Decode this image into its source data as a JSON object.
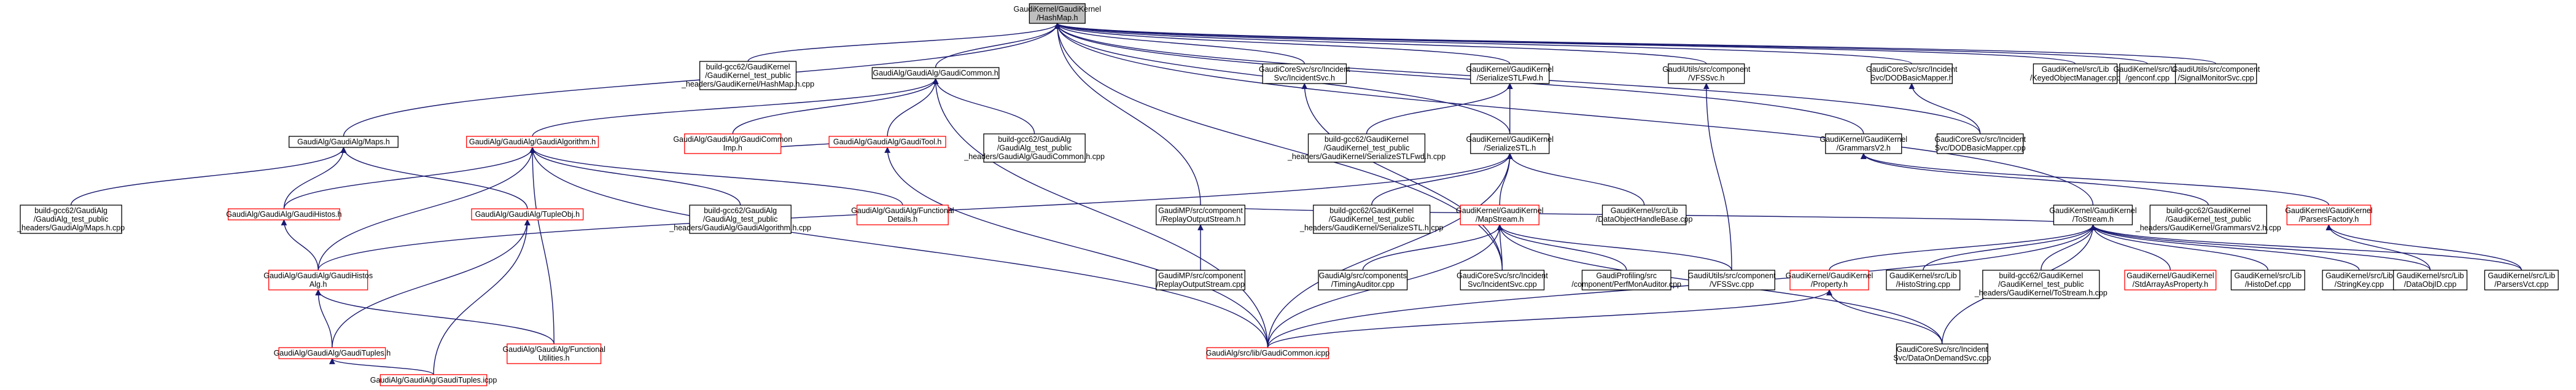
{
  "nodes": [
    {
      "id": "root",
      "label": [
        "GaudiKernel/GaudiKernel",
        "/HashMap.h"
      ],
      "style": "root"
    },
    {
      "id": "n1",
      "label": [
        "build-gcc62/GaudiKernel",
        "/GaudiKernel_test_public",
        "_headers/GaudiKernel/HashMap.h.cpp"
      ],
      "style": "black"
    },
    {
      "id": "n2",
      "label": [
        "GaudiAlg/GaudiAlg/GaudiCommon.h"
      ],
      "style": "black"
    },
    {
      "id": "n3",
      "label": [
        "GaudiCoreSvc/src/Incident",
        "Svc/IncidentSvc.h"
      ],
      "style": "black"
    },
    {
      "id": "n4",
      "label": [
        "GaudiKernel/GaudiKernel",
        "/SerializeSTLFwd.h"
      ],
      "style": "black"
    },
    {
      "id": "n5",
      "label": [
        "GaudiUtils/src/component",
        "/VFSSvc.h"
      ],
      "style": "black"
    },
    {
      "id": "n6",
      "label": [
        "GaudiCoreSvc/src/Incident",
        "Svc/DODBasicMapper.h"
      ],
      "style": "black"
    },
    {
      "id": "n7",
      "label": [
        "GaudiKernel/src/Lib",
        "/KeyedObjectManager.cpp"
      ],
      "style": "black"
    },
    {
      "id": "n8",
      "label": [
        "GaudiKernel/src/Util",
        "/genconf.cpp"
      ],
      "style": "black"
    },
    {
      "id": "n9",
      "label": [
        "GaudiUtils/src/component",
        "/SignalMonitorSvc.cpp"
      ],
      "style": "black"
    },
    {
      "id": "n10",
      "label": [
        "GaudiAlg/GaudiAlg/Maps.h"
      ],
      "style": "black"
    },
    {
      "id": "n11",
      "label": [
        "GaudiAlg/GaudiAlg/GaudiAlgorithm.h"
      ],
      "style": "red"
    },
    {
      "id": "n12",
      "label": [
        "GaudiAlg/GaudiAlg/GaudiCommon",
        "Imp.h"
      ],
      "style": "red"
    },
    {
      "id": "n13",
      "label": [
        "GaudiAlg/GaudiAlg/GaudiTool.h"
      ],
      "style": "red"
    },
    {
      "id": "n14",
      "label": [
        "build-gcc62/GaudiAlg",
        "/GaudiAlg_test_public",
        "_headers/GaudiAlg/GaudiCommon.h.cpp"
      ],
      "style": "black"
    },
    {
      "id": "n15",
      "label": [
        "build-gcc62/GaudiKernel",
        "/GaudiKernel_test_public",
        "_headers/GaudiKernel/SerializeSTLFwd.h.cpp"
      ],
      "style": "black"
    },
    {
      "id": "n16",
      "label": [
        "GaudiKernel/GaudiKernel",
        "/SerializeSTL.h"
      ],
      "style": "black"
    },
    {
      "id": "n17",
      "label": [
        "GaudiKernel/GaudiKernel",
        "/GrammarsV2.h"
      ],
      "style": "black"
    },
    {
      "id": "n18",
      "label": [
        "GaudiCoreSvc/src/Incident",
        "Svc/DODBasicMapper.cpp"
      ],
      "style": "black"
    },
    {
      "id": "n19",
      "label": [
        "build-gcc62/GaudiAlg",
        "/GaudiAlg_test_public",
        "_headers/GaudiAlg/Maps.h.cpp"
      ],
      "style": "black"
    },
    {
      "id": "n20",
      "label": [
        "GaudiAlg/GaudiAlg/GaudiHistos.h"
      ],
      "style": "red"
    },
    {
      "id": "n21",
      "label": [
        "GaudiAlg/GaudiAlg/TupleObj.h"
      ],
      "style": "red"
    },
    {
      "id": "n22",
      "label": [
        "build-gcc62/GaudiAlg",
        "/GaudiAlg_test_public",
        "_headers/GaudiAlg/GaudiAlgorithm.h.cpp"
      ],
      "style": "black"
    },
    {
      "id": "n23",
      "label": [
        "GaudiAlg/GaudiAlg/Functional",
        "Details.h"
      ],
      "style": "red"
    },
    {
      "id": "n24",
      "label": [
        "GaudiMP/src/component",
        "/ReplayOutputStream.h"
      ],
      "style": "black"
    },
    {
      "id": "n25",
      "label": [
        "build-gcc62/GaudiKernel",
        "/GaudiKernel_test_public",
        "_headers/GaudiKernel/SerializeSTL.h.cpp"
      ],
      "style": "black"
    },
    {
      "id": "n26",
      "label": [
        "GaudiKernel/GaudiKernel",
        "/MapStream.h"
      ],
      "style": "red"
    },
    {
      "id": "n27",
      "label": [
        "GaudiKernel/src/Lib",
        "/DataObjectHandleBase.cpp"
      ],
      "style": "black"
    },
    {
      "id": "n28",
      "label": [
        "GaudiKernel/GaudiKernel",
        "/ToStream.h"
      ],
      "style": "black"
    },
    {
      "id": "n29",
      "label": [
        "build-gcc62/GaudiKernel",
        "/GaudiKernel_test_public",
        "_headers/GaudiKernel/GrammarsV2.h.cpp"
      ],
      "style": "black"
    },
    {
      "id": "n30",
      "label": [
        "GaudiKernel/GaudiKernel",
        "/ParsersFactory.h"
      ],
      "style": "red"
    },
    {
      "id": "n31",
      "label": [
        "GaudiAlg/GaudiAlg/GaudiHistos",
        "Alg.h"
      ],
      "style": "red"
    },
    {
      "id": "n32",
      "label": [
        "GaudiMP/src/component",
        "/ReplayOutputStream.cpp"
      ],
      "style": "black"
    },
    {
      "id": "n33",
      "label": [
        "GaudiAlg/src/components",
        "/TimingAuditor.cpp"
      ],
      "style": "black"
    },
    {
      "id": "n34",
      "label": [
        "GaudiCoreSvc/src/Incident",
        "Svc/IncidentSvc.cpp"
      ],
      "style": "black"
    },
    {
      "id": "n35",
      "label": [
        "GaudiProfiling/src",
        "/component/PerfMonAuditor.cpp"
      ],
      "style": "black"
    },
    {
      "id": "n36",
      "label": [
        "GaudiUtils/src/component",
        "/VFSSvc.cpp"
      ],
      "style": "black"
    },
    {
      "id": "n37",
      "label": [
        "GaudiKernel/GaudiKernel",
        "/Property.h"
      ],
      "style": "red"
    },
    {
      "id": "n38",
      "label": [
        "GaudiKernel/src/Lib",
        "/HistoString.cpp"
      ],
      "style": "black"
    },
    {
      "id": "n39",
      "label": [
        "build-gcc62/GaudiKernel",
        "/GaudiKernel_test_public",
        "_headers/GaudiKernel/ToStream.h.cpp"
      ],
      "style": "black"
    },
    {
      "id": "n40",
      "label": [
        "GaudiKernel/GaudiKernel",
        "/StdArrayAsProperty.h"
      ],
      "style": "red"
    },
    {
      "id": "n41",
      "label": [
        "GaudiKernel/src/Lib",
        "/HistoDef.cpp"
      ],
      "style": "black"
    },
    {
      "id": "n42",
      "label": [
        "GaudiKernel/src/Lib",
        "/StringKey.cpp"
      ],
      "style": "black"
    },
    {
      "id": "n43",
      "label": [
        "GaudiKernel/src/Lib",
        "/DataObjID.cpp"
      ],
      "style": "black"
    },
    {
      "id": "n44",
      "label": [
        "GaudiKernel/src/Lib",
        "/ParsersVct.cpp"
      ],
      "style": "black"
    },
    {
      "id": "n45",
      "label": [
        "GaudiAlg/GaudiAlg/GaudiTuples.h"
      ],
      "style": "red"
    },
    {
      "id": "n46",
      "label": [
        "GaudiAlg/GaudiAlg/Functional",
        "Utilities.h"
      ],
      "style": "red"
    },
    {
      "id": "n47",
      "label": [
        "GaudiAlg/src/lib/GaudiCommon.icpp"
      ],
      "style": "red"
    },
    {
      "id": "n48",
      "label": [
        "GaudiCoreSvc/src/Incident",
        "Svc/DataOnDemandSvc.cpp"
      ],
      "style": "black"
    },
    {
      "id": "n49",
      "label": [
        "GaudiAlg/GaudiAlg/GaudiTuples.icpp"
      ],
      "style": "red"
    }
  ],
  "edges": [
    [
      "n1",
      "root"
    ],
    [
      "n2",
      "root"
    ],
    [
      "n3",
      "root"
    ],
    [
      "n4",
      "root"
    ],
    [
      "n5",
      "root"
    ],
    [
      "n6",
      "root"
    ],
    [
      "n7",
      "root"
    ],
    [
      "n8",
      "root"
    ],
    [
      "n9",
      "root"
    ],
    [
      "n10",
      "root"
    ],
    [
      "n16",
      "root"
    ],
    [
      "n17",
      "root"
    ],
    [
      "n18",
      "root"
    ],
    [
      "n24",
      "root"
    ],
    [
      "n28",
      "root"
    ],
    [
      "n34",
      "root"
    ],
    [
      "n11",
      "n2"
    ],
    [
      "n12",
      "n2"
    ],
    [
      "n13",
      "n2"
    ],
    [
      "n14",
      "n2"
    ],
    [
      "n47",
      "n2"
    ],
    [
      "n15",
      "n4"
    ],
    [
      "n16",
      "n4"
    ],
    [
      "n18",
      "n6"
    ],
    [
      "n36",
      "n5"
    ],
    [
      "n34",
      "n3"
    ],
    [
      "n19",
      "n10"
    ],
    [
      "n20",
      "n10"
    ],
    [
      "n21",
      "n10"
    ],
    [
      "n20",
      "n11"
    ],
    [
      "n22",
      "n11"
    ],
    [
      "n23",
      "n11"
    ],
    [
      "n31",
      "n11"
    ],
    [
      "n46",
      "n11"
    ],
    [
      "n47",
      "n11"
    ],
    [
      "n47",
      "n13"
    ],
    [
      "n13",
      "n12"
    ],
    [
      "n25",
      "n16"
    ],
    [
      "n26",
      "n16"
    ],
    [
      "n27",
      "n16"
    ],
    [
      "n31",
      "n16"
    ],
    [
      "n47",
      "n16"
    ],
    [
      "n29",
      "n17"
    ],
    [
      "n30",
      "n17"
    ],
    [
      "n32",
      "n24"
    ],
    [
      "n33",
      "n26"
    ],
    [
      "n34",
      "n26"
    ],
    [
      "n35",
      "n26"
    ],
    [
      "n36",
      "n26"
    ],
    [
      "n48",
      "n26"
    ],
    [
      "n47",
      "n26"
    ],
    [
      "n37",
      "n28"
    ],
    [
      "n38",
      "n28"
    ],
    [
      "n39",
      "n28"
    ],
    [
      "n40",
      "n28"
    ],
    [
      "n41",
      "n28"
    ],
    [
      "n42",
      "n28"
    ],
    [
      "n43",
      "n28"
    ],
    [
      "n44",
      "n28"
    ],
    [
      "n48",
      "n28"
    ],
    [
      "n47",
      "n28"
    ],
    [
      "n24",
      "n28"
    ],
    [
      "n43",
      "n30"
    ],
    [
      "n44",
      "n30"
    ],
    [
      "n31",
      "n20"
    ],
    [
      "n45",
      "n31"
    ],
    [
      "n46",
      "n31"
    ],
    [
      "n45",
      "n21"
    ],
    [
      "n49",
      "n21"
    ],
    [
      "n49",
      "n45"
    ],
    [
      "n48",
      "n37"
    ],
    [
      "n47",
      "n37"
    ]
  ]
}
